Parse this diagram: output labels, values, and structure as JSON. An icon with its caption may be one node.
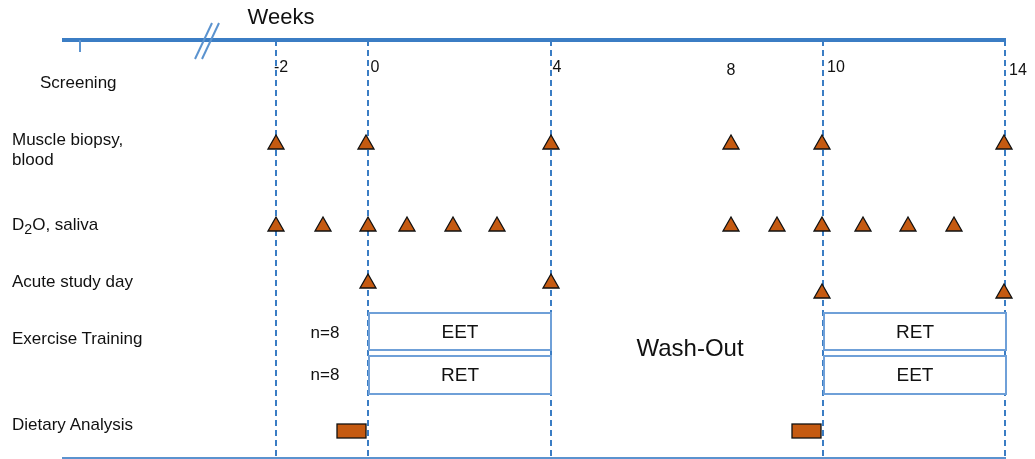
{
  "diagram": {
    "nodes": [
      {
        "text": [
          "EET"
        ]
      },
      {
        "text": [
          "RET"
        ]
      },
      {
        "text": [
          "RET"
        ]
      },
      {
        "text": [
          "EET"
        ]
      }
    ],
    "labels": [
      "Weeks",
      "Screening",
      "-2",
      "0",
      "4",
      "8",
      "10",
      "14",
      "Muscle biopsy, blood",
      "D$_{2}$O, saliva",
      "Acute study day",
      "Exercise Training",
      "n=8",
      "Wash-Out",
      "n=8",
      "Dietary Analysis"
    ]
  }
}
